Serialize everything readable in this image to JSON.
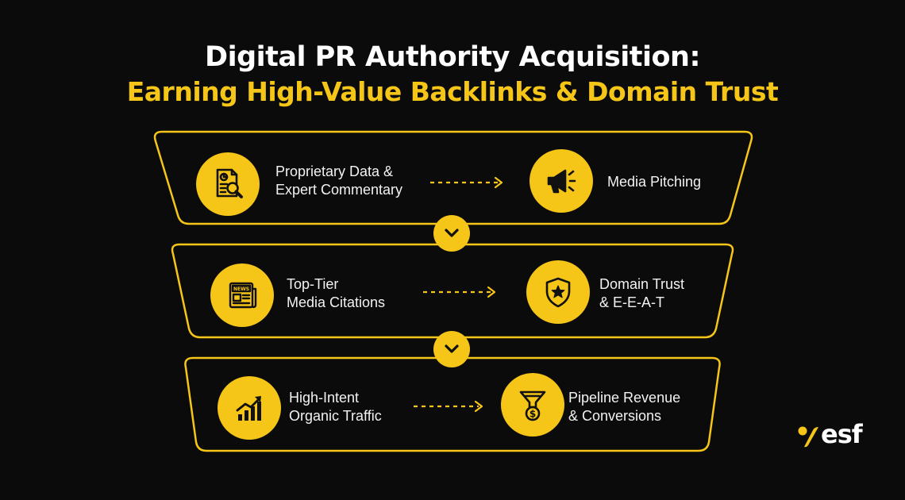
{
  "title": {
    "line1": "Digital PR Authority Acquisition:",
    "line2": "Earning High-Value Backlinks & Domain Trust"
  },
  "colors": {
    "accent": "#f5c518",
    "background": "#0b0b0c",
    "text": "#f2f2f2"
  },
  "tiers": [
    {
      "left": {
        "icon": "report-magnifier-icon",
        "line1": "Proprietary Data &",
        "line2": "Expert Commentary"
      },
      "right": {
        "icon": "megaphone-icon",
        "line1": "Media Pitching",
        "line2": ""
      }
    },
    {
      "left": {
        "icon": "newspaper-icon",
        "line1": "Top-Tier",
        "line2": "Media Citations"
      },
      "right": {
        "icon": "shield-star-icon",
        "line1": "Domain Trust",
        "line2": "& E-E-A-T"
      }
    },
    {
      "left": {
        "icon": "growth-chart-icon",
        "line1": "High-Intent",
        "line2": "Organic Traffic"
      },
      "right": {
        "icon": "funnel-dollar-icon",
        "line1": "Pipeline Revenue",
        "line2": "& Conversions"
      }
    }
  ],
  "logo": {
    "text": "esf"
  }
}
